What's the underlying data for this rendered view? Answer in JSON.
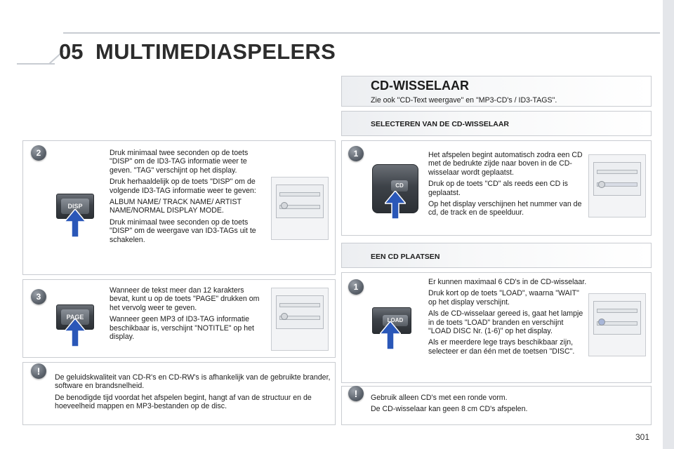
{
  "header": {
    "chapter_number": "05",
    "title": "MULTIMEDIASPELERS"
  },
  "right": {
    "cd_changer": {
      "title": "CD-WISSELAAR",
      "see_also": "Zie ook \"CD-Text weergave\" en \"MP3-CD's / ID3-TAGS\"."
    },
    "select_section": {
      "heading": "SELECTEREN VAN DE CD-WISSELAAR",
      "badge": "1",
      "button_label": "CD",
      "paragraphs": [
        "Het afspelen begint automatisch zodra een CD met de bedrukte zijde naar boven in de CD-wisselaar wordt geplaatst.",
        "Druk op de toets \"CD\" als reeds een CD is geplaatst.",
        "Op het display verschijnen het nummer van de cd, de track en de speelduur."
      ]
    },
    "insert_section": {
      "heading": "EEN CD PLAATSEN",
      "badge": "1",
      "button_label": "LOAD",
      "paragraphs": [
        "Er kunnen maximaal 6 CD's in de CD-wisselaar.",
        "Druk kort op de toets \"LOAD\", waarna \"WAIT\" op het display verschijnt.",
        "Als de CD-wisselaar gereed is, gaat het lampje in de toets \"LOAD\" branden en verschijnt \"LOAD DISC Nr. (1-6)\" op het display.",
        "Als er meerdere lege trays beschikbaar zijn, selecteer er dan één met de toetsen \"DISC\"."
      ]
    },
    "note": {
      "paragraphs": [
        "Gebruik alleen CD's met een ronde vorm.",
        "De CD-wisselaar kan geen 8 cm CD's afspelen."
      ]
    }
  },
  "left": {
    "disp_section": {
      "badge": "2",
      "button_label": "DISP",
      "paragraphs": [
        "Druk minimaal twee seconden op de toets \"DISP\" om de ID3-TAG informatie weer te geven. \"TAG\" verschijnt op het display.",
        "Druk herhaaldelijk op de toets \"DISP\" om de volgende ID3-TAG informatie weer te geven:",
        "ALBUM NAME/ TRACK NAME/ ARTIST NAME/NORMAL DISPLAY MODE.",
        "Druk minimaal twee seconden op de toets \"DISP\" om de weergave van ID3-TAGs uit te schakelen."
      ]
    },
    "page_section": {
      "badge": "3",
      "button_label": "PAGE",
      "paragraphs": [
        "Wanneer de tekst meer dan 12 karakters bevat, kunt u op de toets \"PAGE\" drukken om het vervolg weer te geven.",
        "Wanneer geen MP3 of ID3-TAG informatie beschikbaar is, verschijnt \"NOTITLE\" op het display."
      ]
    },
    "note": {
      "paragraphs": [
        "De geluidskwaliteit van CD-R's en CD-RW's is afhankelijk van de gebruikte brander, software en brandsnelheid.",
        "De benodigde tijd voordat het afspelen begint, hangt af van de structuur en de hoeveelheid mappen en MP3-bestanden op de disc."
      ]
    }
  },
  "warning_symbol": "!",
  "page_number": "301",
  "colors": {
    "badge": "#5c636c",
    "border": "#c9ccd1",
    "arrow": "#2a57b8",
    "title": "#2c2c2c"
  }
}
